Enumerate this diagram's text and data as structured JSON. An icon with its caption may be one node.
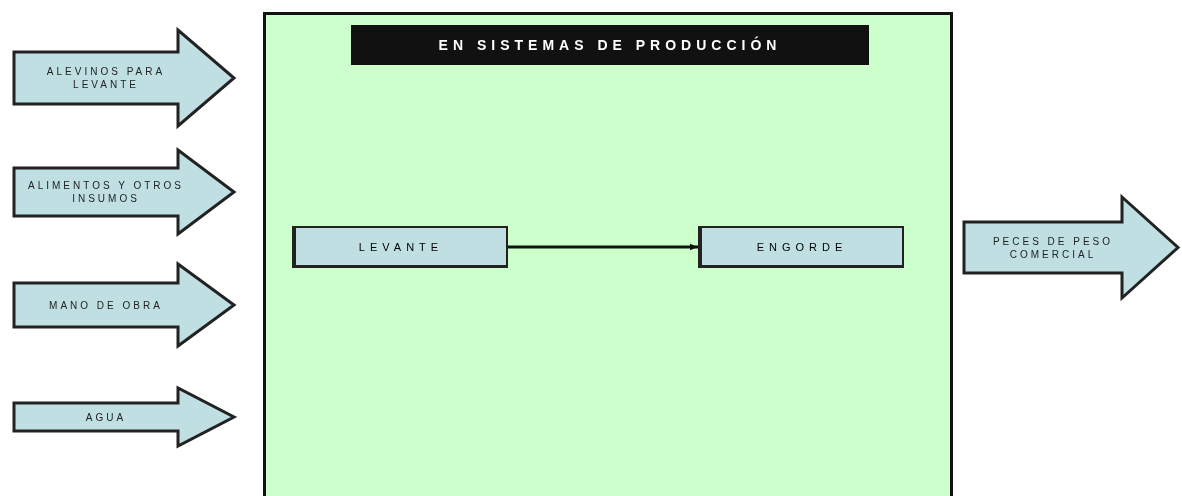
{
  "diagram": {
    "nodes": [
      {
        "text": [
          "EN SISTEMAS DE PRODUCCIÓN"
        ]
      },
      {
        "text": [
          "ALEVINOS PARA LEVANTE"
        ]
      },
      {
        "text": [
          "ALIMENTOS Y OTROS INSUMOS"
        ]
      },
      {
        "text": [
          "MANO DE OBRA"
        ]
      },
      {
        "text": [
          "AGUA"
        ]
      },
      {
        "text": [
          "LEVANTE"
        ],
        "in": 0
      },
      {
        "text": [
          "ENGORDE"
        ],
        "in": 0
      },
      {
        "text": [
          "PECES DE PESO COMERCIAL"
        ]
      }
    ],
    "edges": [
      {
        "from": 5,
        "to": 6,
        "arrow": "to"
      }
    ]
  }
}
